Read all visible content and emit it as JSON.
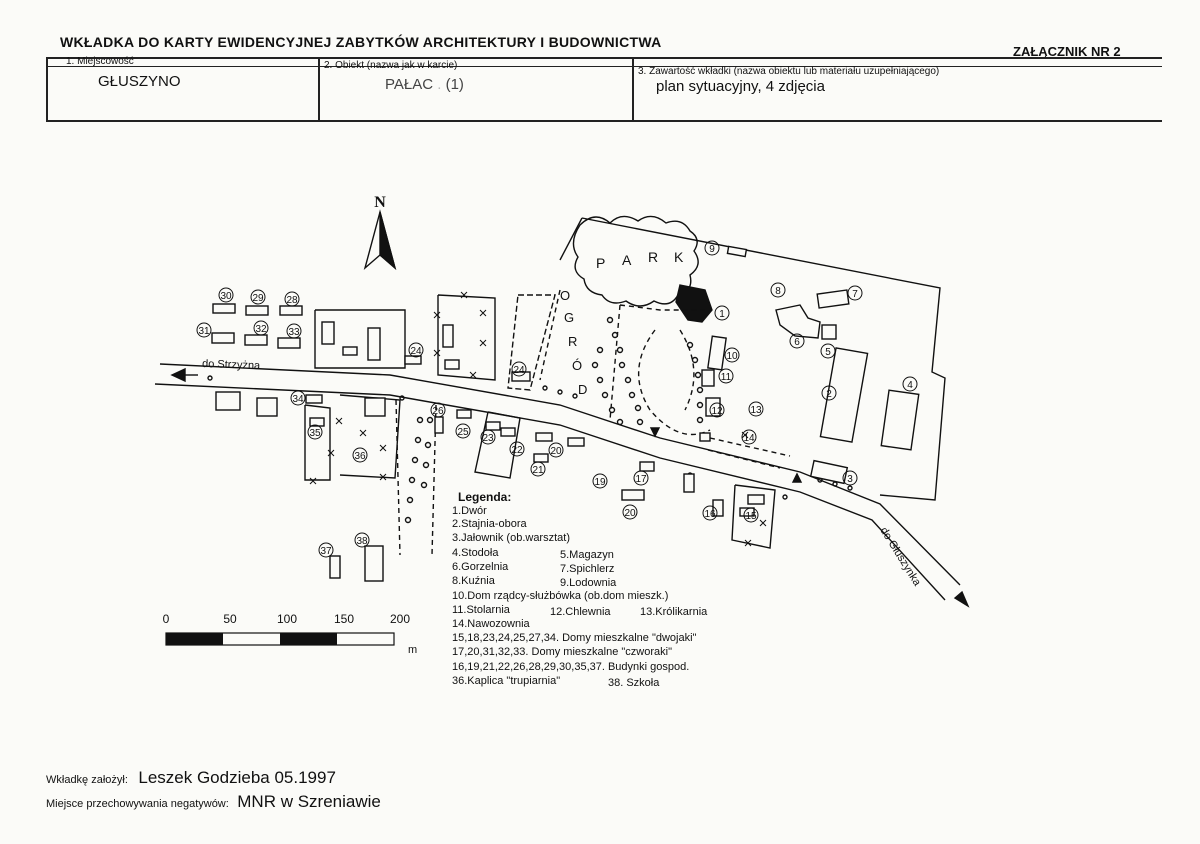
{
  "header": {
    "title": "WKŁADKA DO KARTY EWIDENCYJNEJ ZABYTKÓW ARCHITEKTURY I BUDOWNICTWA",
    "attachment": "ZAŁĄCZNIK NR 2"
  },
  "fields": {
    "f1_label": "1. Miejscowość",
    "f1_value": "GŁUSZYNO",
    "f2_label": "2. Obiekt (nazwa jak w karcie)",
    "f2_value": "PAŁAC",
    "f2_extra": "(1)",
    "f3_label": "3. Zawartość wkładki (nazwa obiektu lub materiału uzupełniającego)",
    "f3_value": "plan sytuacyjny, 4 zdjęcia"
  },
  "map": {
    "north": "N",
    "park_letters": [
      "P",
      "A",
      "R",
      "K"
    ],
    "garden_letters": [
      "O",
      "G",
      "R",
      "Ó",
      "D"
    ],
    "road_left": "do Strzyżna",
    "road_right": "do Głuszynka",
    "numbers": [
      "1",
      "2",
      "3",
      "4",
      "5",
      "6",
      "7",
      "8",
      "9",
      "10",
      "11",
      "12",
      "13",
      "14",
      "15",
      "16",
      "17",
      "19",
      "20",
      "21",
      "22",
      "23",
      "24",
      "24",
      "25",
      "26",
      "28",
      "29",
      "30",
      "31",
      "32",
      "33",
      "34",
      "35",
      "36",
      "37",
      "38"
    ]
  },
  "scale": {
    "ticks": [
      "0",
      "50",
      "100",
      "150",
      "200"
    ],
    "unit": "m"
  },
  "legend": {
    "title": "Legenda:",
    "lines": [
      "1.Dwór",
      "2.Stajnia-obora",
      "3.Jałownik (ob.warsztat)",
      "4.Stodoła",
      "5.Magazyn",
      "6.Gorzelnia",
      "7.Spichlerz",
      "8.Kuźnia",
      "9.Lodownia",
      "10.Dom rządcy-służbówka (ob.dom mieszk.)",
      "11.Stolarnia",
      "12.Chlewnia",
      "13.Królikarnia",
      "14.Nawozownia",
      "15,18,23,24,25,27,34. Domy mieszkalne \"dwojaki\"",
      "17,20,31,32,33.  Domy mieszkalne \"czworaki\"",
      "16,19,21,22,26,28,29,30,35,37. Budynki gospod.",
      "36.Kaplica \"trupiarnia\"",
      "38. Szkoła"
    ]
  },
  "footer": {
    "author_label": "Wkładkę założył:",
    "author_value": "Leszek  Godzieba 05.1997",
    "storage_label": "Miejsce przechowywania negatywów:",
    "storage_value": "MNR w Szreniawie"
  }
}
